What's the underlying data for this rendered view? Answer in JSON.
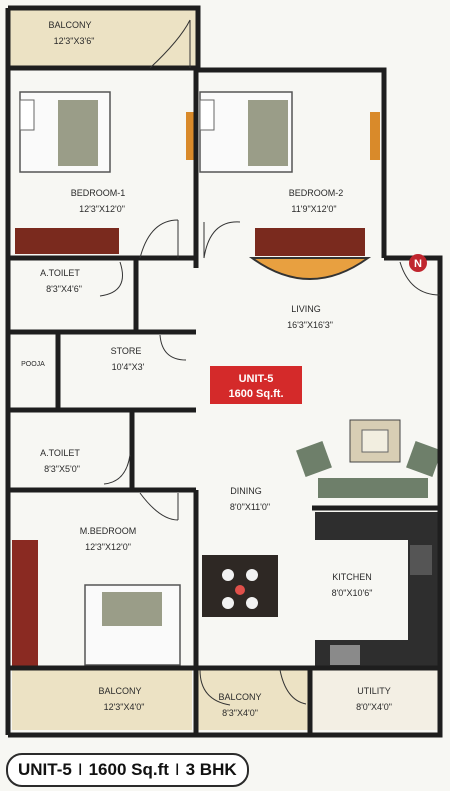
{
  "plan": {
    "rooms": {
      "balcony_top": {
        "name": "BALCONY",
        "dims": "12'3\"X3'6\""
      },
      "bedroom1": {
        "name": "BEDROOM-1",
        "dims": "12'3\"X12'0\""
      },
      "bedroom2": {
        "name": "BEDROOM-2",
        "dims": "11'9\"X12'0\""
      },
      "toilet1": {
        "name": "A.TOILET",
        "dims": "8'3\"X4'6\""
      },
      "living": {
        "name": "LIVING",
        "dims": "16'3\"X16'3\""
      },
      "pooja": {
        "name": "POOJA",
        "dims": ""
      },
      "store": {
        "name": "STORE",
        "dims": "10'4\"X3'"
      },
      "toilet2": {
        "name": "A.TOILET",
        "dims": "8'3\"X5'0\""
      },
      "dining": {
        "name": "DINING",
        "dims": "8'0\"X11'0\""
      },
      "master_bedroom": {
        "name": "M.BEDROOM",
        "dims": "12'3\"X12'0\""
      },
      "kitchen": {
        "name": "KITCHEN",
        "dims": "8'0\"X10'6\""
      },
      "balcony_left": {
        "name": "BALCONY",
        "dims": "12'3\"X4'0\""
      },
      "balcony_mid": {
        "name": "BALCONY",
        "dims": "8'3\"X4'0\""
      },
      "utility": {
        "name": "UTILITY",
        "dims": "8'0\"X4'0\""
      }
    },
    "unit_badge": {
      "line1": "UNIT-5",
      "line2": "1600 Sq.ft."
    },
    "north_marker": "N"
  },
  "footer": {
    "unit": "UNIT-5",
    "separator": "I",
    "area": "1600 Sq.ft",
    "type": "3 BHK"
  },
  "colors": {
    "wall": "#1e1e1e",
    "balcony_floor": "#ece2c4",
    "badge": "#d42a2a",
    "wardrobe": "#7a2a1e",
    "north": "#c0262e"
  }
}
